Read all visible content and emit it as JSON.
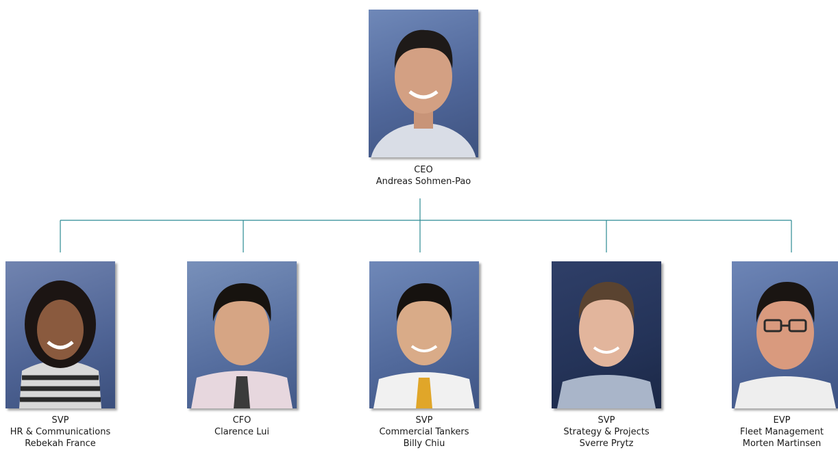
{
  "org_chart": {
    "line_color": "#2a8a93",
    "top": {
      "title": "CEO",
      "name": "Andreas Sohmen-Pao",
      "photo": "portrait-photo"
    },
    "reports": [
      {
        "title": "SVP",
        "department": "HR & Communications",
        "name": "Rebekah France",
        "photo": "portrait-photo"
      },
      {
        "title": "CFO",
        "department": "",
        "name": "Clarence Lui",
        "photo": "portrait-photo"
      },
      {
        "title": "SVP",
        "department": "Commercial Tankers",
        "name": "Billy Chiu",
        "photo": "portrait-photo"
      },
      {
        "title": "SVP",
        "department": "Strategy & Projects",
        "name": "Sverre Prytz",
        "photo": "portrait-photo"
      },
      {
        "title": "EVP",
        "department": "Fleet Management",
        "name": "Morten Martinsen",
        "photo": "portrait-photo"
      }
    ]
  }
}
